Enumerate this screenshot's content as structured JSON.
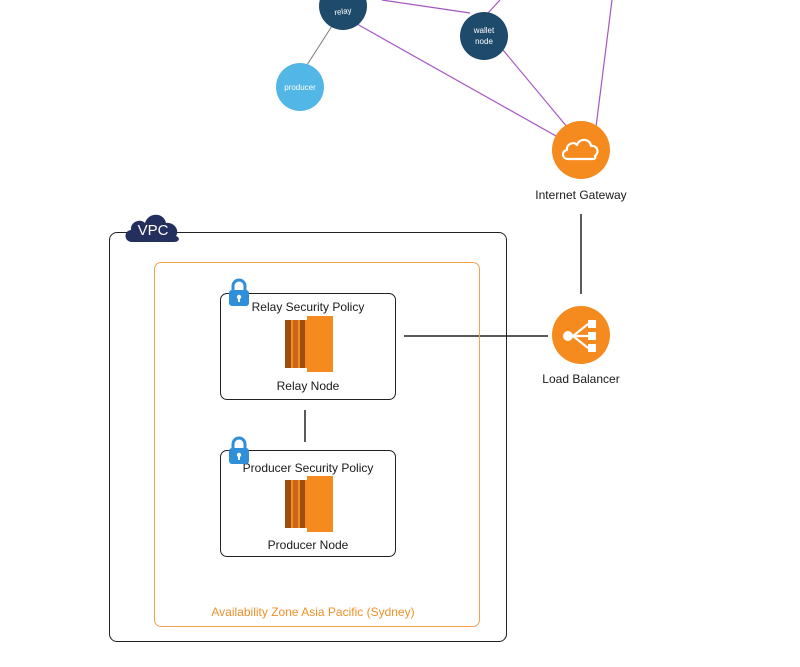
{
  "nodes": {
    "relay": {
      "label": "relay",
      "color": "#1e4a6b"
    },
    "wallet": {
      "label_line1": "wallet",
      "label_line2": "node",
      "color": "#1e4a6b"
    },
    "producer": {
      "label": "producer",
      "color": "#52b6e6"
    }
  },
  "internet_gateway": {
    "label": "Internet Gateway",
    "color": "#f58a1f"
  },
  "load_balancer": {
    "label": "Load Balancer",
    "color": "#f58a1f"
  },
  "vpc": {
    "label": "VPC",
    "color": "#232f5c"
  },
  "availability_zone": {
    "label": "Availability Zone Asia Pacific (Sydney)",
    "color": "#f0902a"
  },
  "relay_group": {
    "title": "Relay Security Policy",
    "node_label": "Relay Node"
  },
  "producer_group": {
    "title": "Producer Security Policy",
    "node_label": "Producer Node"
  },
  "colors": {
    "peer_link": "#a556c4",
    "ec2": "#f58a1f",
    "lock": "#2f8fd8"
  },
  "icons": [
    "cloud-icon",
    "load-balancer-icon",
    "ec2-instance-icon",
    "lock-icon"
  ]
}
